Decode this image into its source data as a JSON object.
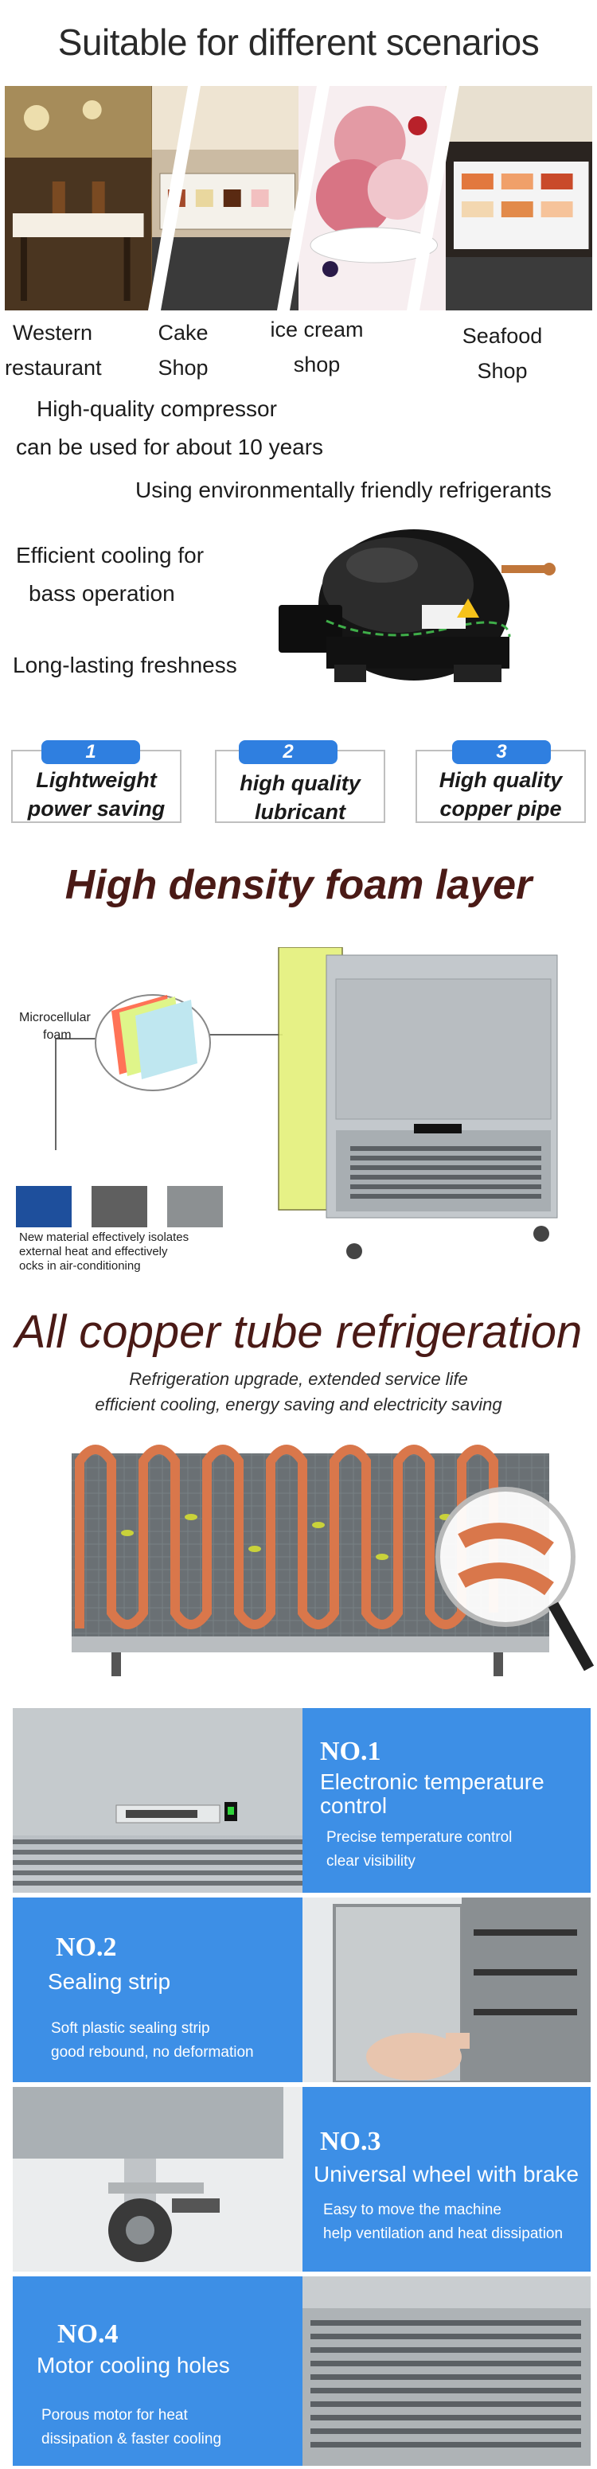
{
  "section1": {
    "title": "Suitable for different scenarios",
    "scenarios": [
      {
        "line1": "Western",
        "line2": "restaurant"
      },
      {
        "line1": "Cake",
        "line2": "Shop"
      },
      {
        "line1": "ice cream",
        "line2": "shop"
      },
      {
        "line1": "Seafood",
        "line2": "Shop"
      }
    ]
  },
  "compressor": {
    "line1": "High-quality compressor",
    "line2": "can be used for about 10 years",
    "line3": "Using environmentally friendly refrigerants",
    "line4a": "Efficient cooling for",
    "line4b": "bass operation",
    "line5": "Long-lasting freshness"
  },
  "features": [
    {
      "num": "1",
      "line1": "Lightweight",
      "line2": "power saving"
    },
    {
      "num": "2",
      "line1": "high quality",
      "line2": "lubricant"
    },
    {
      "num": "3",
      "line1": "High quality",
      "line2": "copper pipe"
    }
  ],
  "foam": {
    "title": "High density foam layer",
    "callout_line1": "Microcellular",
    "callout_line2": "foam",
    "note_line1": "New material effectively isolates",
    "note_line2": "external heat and effectively",
    "note_line3": "ocks in air-conditioning"
  },
  "copper": {
    "title": "All copper tube refrigeration",
    "sub1": "Refrigeration upgrade, extended service life",
    "sub2": "efficient cooling, energy saving and electricity saving"
  },
  "details": [
    {
      "no": "NO.1",
      "title_line1": "Electronic temperature",
      "title_line2": "control",
      "desc1": "Precise temperature control",
      "desc2": "clear visibility"
    },
    {
      "no": "NO.2",
      "title_line1": "Sealing strip",
      "title_line2": "",
      "desc1": "Soft plastic sealing strip",
      "desc2": "good rebound, no deformation"
    },
    {
      "no": "NO.3",
      "title_line1": "Universal wheel with brake",
      "title_line2": "",
      "desc1": "Easy to move the machine",
      "desc2": "help ventilation and heat dissipation"
    },
    {
      "no": "NO.4",
      "title_line1": "Motor cooling holes",
      "title_line2": "",
      "desc1": "Porous motor for heat",
      "desc2": "dissipation & faster cooling"
    }
  ],
  "colors": {
    "accent_blue": "#3d8fe6",
    "title_brown": "#4a1a16",
    "copper": "#d9774b"
  }
}
